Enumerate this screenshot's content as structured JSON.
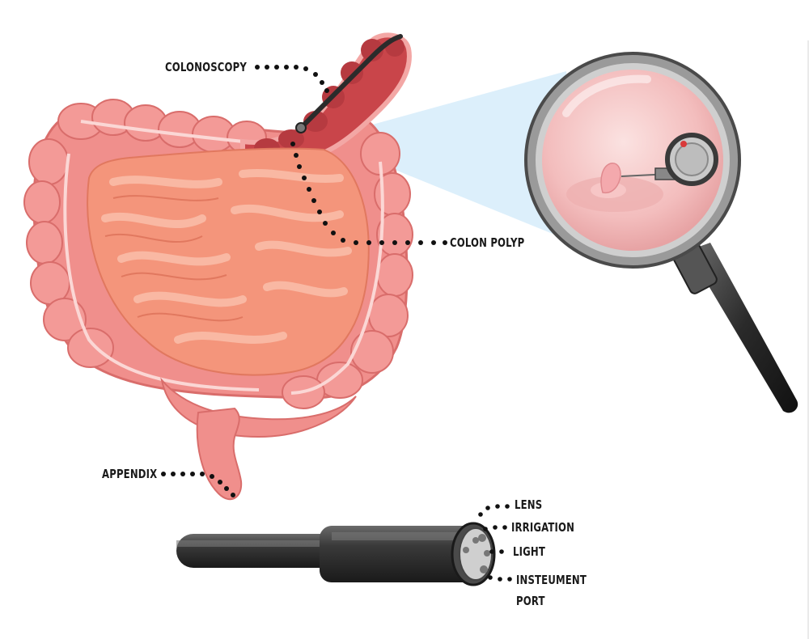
{
  "labels": {
    "colonoscopy": "COLONOSCOPY",
    "colon_polyp": "COLON POLYP",
    "appendix": "APPENDIX",
    "lens": "LENS",
    "irrigation": "IRRIGATION",
    "light": "LIGHT",
    "instrument_port_line1": "INSTEUMENT",
    "instrument_port_line2": "PORT"
  },
  "colors": {
    "colon": "#f08f8c",
    "colon_dark": "#d96d6b",
    "small_intestine": "#f4957b",
    "inflamed_segment": "#c9454a",
    "scope_black": "#2b2b2b",
    "magnifier_view": "#f6c9c8",
    "light_cone": "#d6ecfa"
  }
}
